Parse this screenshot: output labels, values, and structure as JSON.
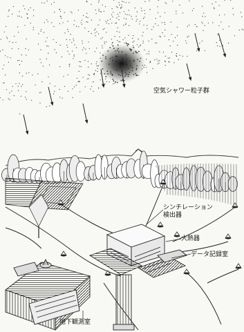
{
  "labels": {
    "air_shower_particles": "空気シャワー粒子群",
    "scintillation_detector": "シンチレーション検出器",
    "calorimeter": "大熱器",
    "data_recording_room": "データ記録室",
    "underground_observatory": "地下観測室"
  }
}
